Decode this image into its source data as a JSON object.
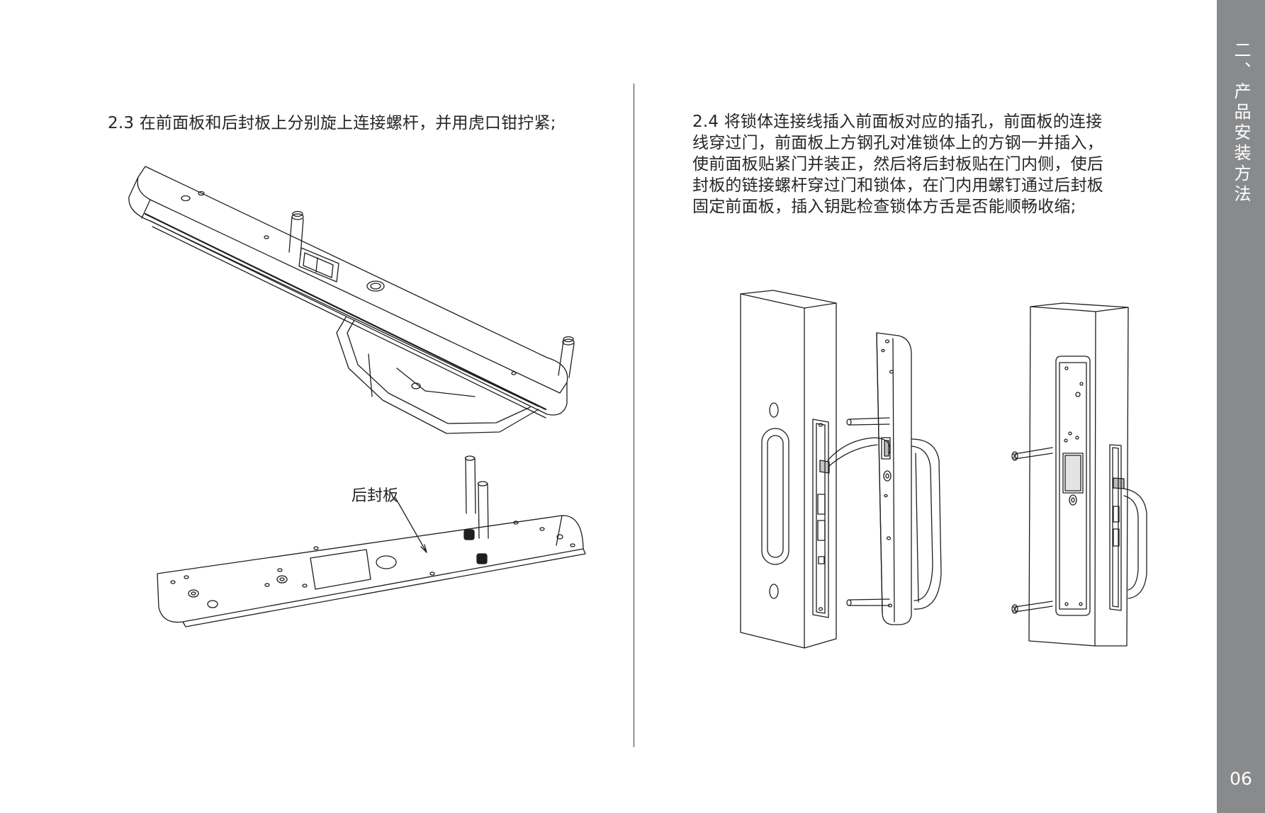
{
  "step_2_3": {
    "heading": "2.3 在前面板和后封板上分别旋上连接螺杆，并用虎口钳拧紧;",
    "callout": "后封板"
  },
  "step_2_4": {
    "heading": "2.4 将锁体连接线插入前面板对应的插孔，前面板的连接线穿过门，前面板上方钢孔对准锁体上的方钢一并插入，使前面板贴紧门并装正，然后将后封板贴在门内侧，使后封板的链接螺杆穿过门和锁体，在门内用螺钉通过后封板固定前面板，插入钥匙检查锁体方舌是否能顺畅收缩;"
  },
  "sidebar": {
    "section_title": "二、产品安装方法",
    "page_number": "06"
  },
  "colors": {
    "sidebar": "#888a8c",
    "line_art": "#1e1e1e"
  }
}
